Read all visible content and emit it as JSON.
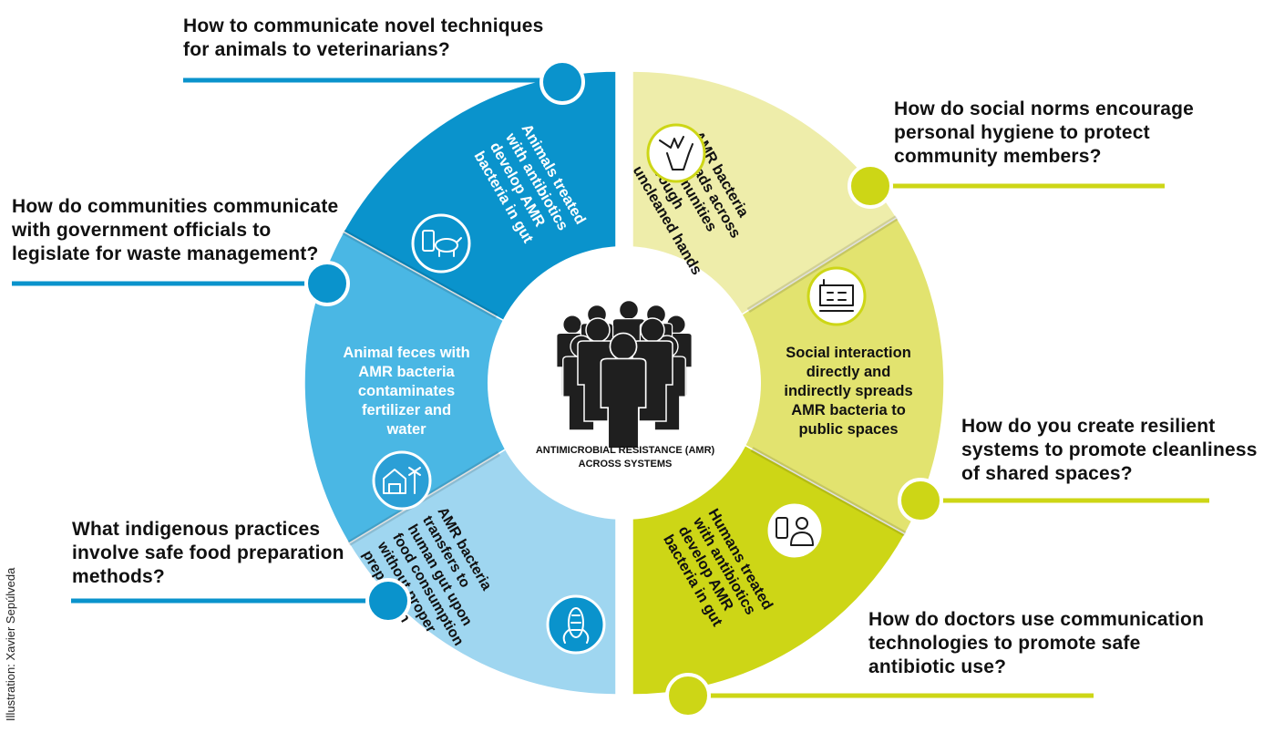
{
  "center_title": [
    "ANTIMICROBIAL RESISTANCE (AMR)",
    "ACROSS SYSTEMS"
  ],
  "credit": "Illustration: Xavier Sepúlveda",
  "colors": {
    "blue_dark": "#0a93cc",
    "blue_mid": "#4ab7e4",
    "blue_light": "#9fd6f0",
    "yellow_pale": "#eeedaa",
    "yellow_mid": "#e2e36f",
    "yellow_bright": "#cdd616"
  },
  "segments": [
    {
      "id": "animals",
      "text": [
        "Animals treated",
        "with antibiotics",
        "develop AMR",
        "bacteria in gut"
      ],
      "icon": "animal-medicine-icon"
    },
    {
      "id": "feces",
      "text": [
        "Animal feces with",
        "AMR bacteria",
        "contaminates",
        "fertilizer and",
        "water"
      ],
      "icon": "farm-icon"
    },
    {
      "id": "food",
      "text": [
        "AMR bacteria",
        "transfers to",
        "human gut upon",
        "food consumption",
        "without proper",
        "preparation"
      ],
      "icon": "corn-icon"
    },
    {
      "id": "hands",
      "text": [
        "AMR bacteria",
        "spreads across",
        "communities",
        "through",
        "uncleaned hands"
      ],
      "icon": "hands-icon"
    },
    {
      "id": "social",
      "text": [
        "Social interaction",
        "directly and",
        "indirectly spreads",
        "AMR bacteria to",
        "public spaces"
      ],
      "icon": "building-icon"
    },
    {
      "id": "humans",
      "text": [
        "Humans treated",
        "with antibiotics",
        "develop AMR",
        "bacteria in gut"
      ],
      "icon": "patient-medicine-icon"
    }
  ],
  "questions": {
    "q_vets": "How to communicate novel techniques\nfor animals to veterinarians?",
    "q_gov": "How do communities communicate\nwith government officials to\nlegislate for waste management?",
    "q_indigenous": "What indigenous practices\ninvolve safe food preparation\nmethods?",
    "q_hygiene": "How do social norms encourage\npersonal hygiene to protect\ncommunity members?",
    "q_resilient": "How do you create resilient\nsystems to promote cleanliness\nof shared spaces?",
    "q_doctors": "How do doctors use communication\ntechnologies to promote safe\nantibiotic use?"
  }
}
